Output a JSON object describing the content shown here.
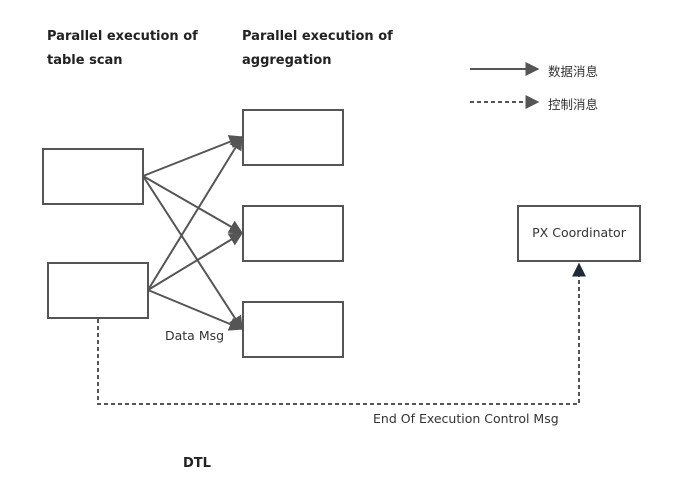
{
  "headings": {
    "table_scan": [
      "Parallel execution of",
      "table scan"
    ],
    "aggregation": [
      "Parallel execution of",
      "aggregation"
    ]
  },
  "legend": {
    "data_message": "数据消息",
    "control_message": "控制消息"
  },
  "coordinator_label": "PX Coordinator",
  "data_msg_label": "Data Msg",
  "control_msg_label": "End Of Execution Control Msg",
  "footer_label": "DTL",
  "colors": {
    "stroke": "#555555",
    "arrow_dark": "#1e2a3a"
  }
}
